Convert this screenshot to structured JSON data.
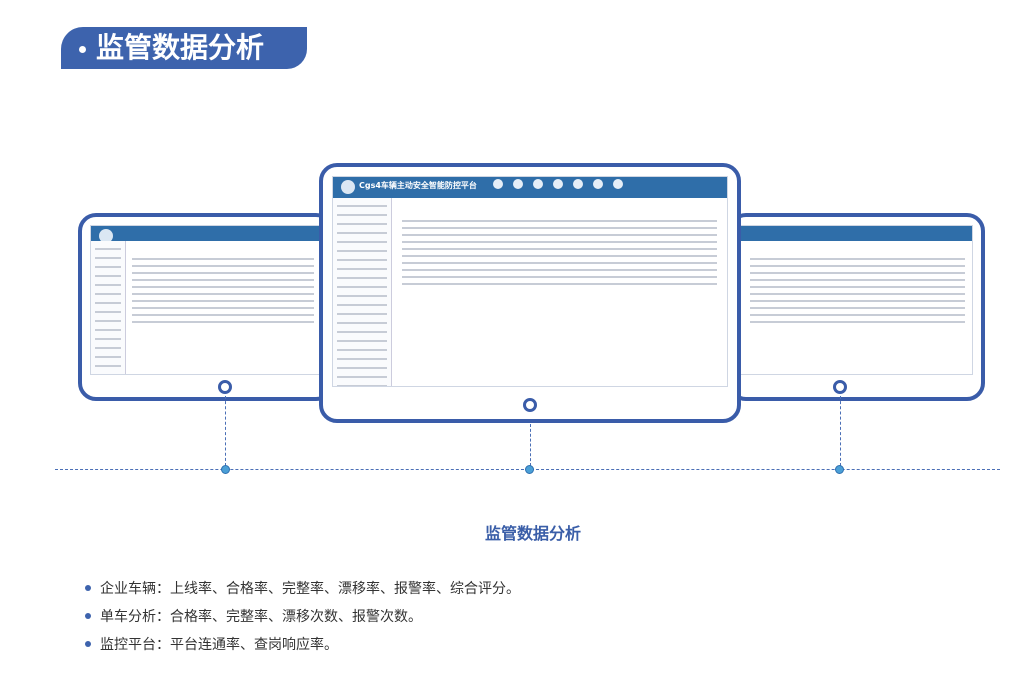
{
  "title": "监管数据分析",
  "screen_app_title": "Cgs4车辆主动安全智能防控平台",
  "subtitle": "监管数据分析",
  "bullets": [
    "企业车辆：上线率、合格率、完整率、漂移率、报警率、综合评分。",
    "单车分析：合格率、完整率、漂移次数、报警次数。",
    "监控平台：平台连通率、查岗响应率。"
  ]
}
